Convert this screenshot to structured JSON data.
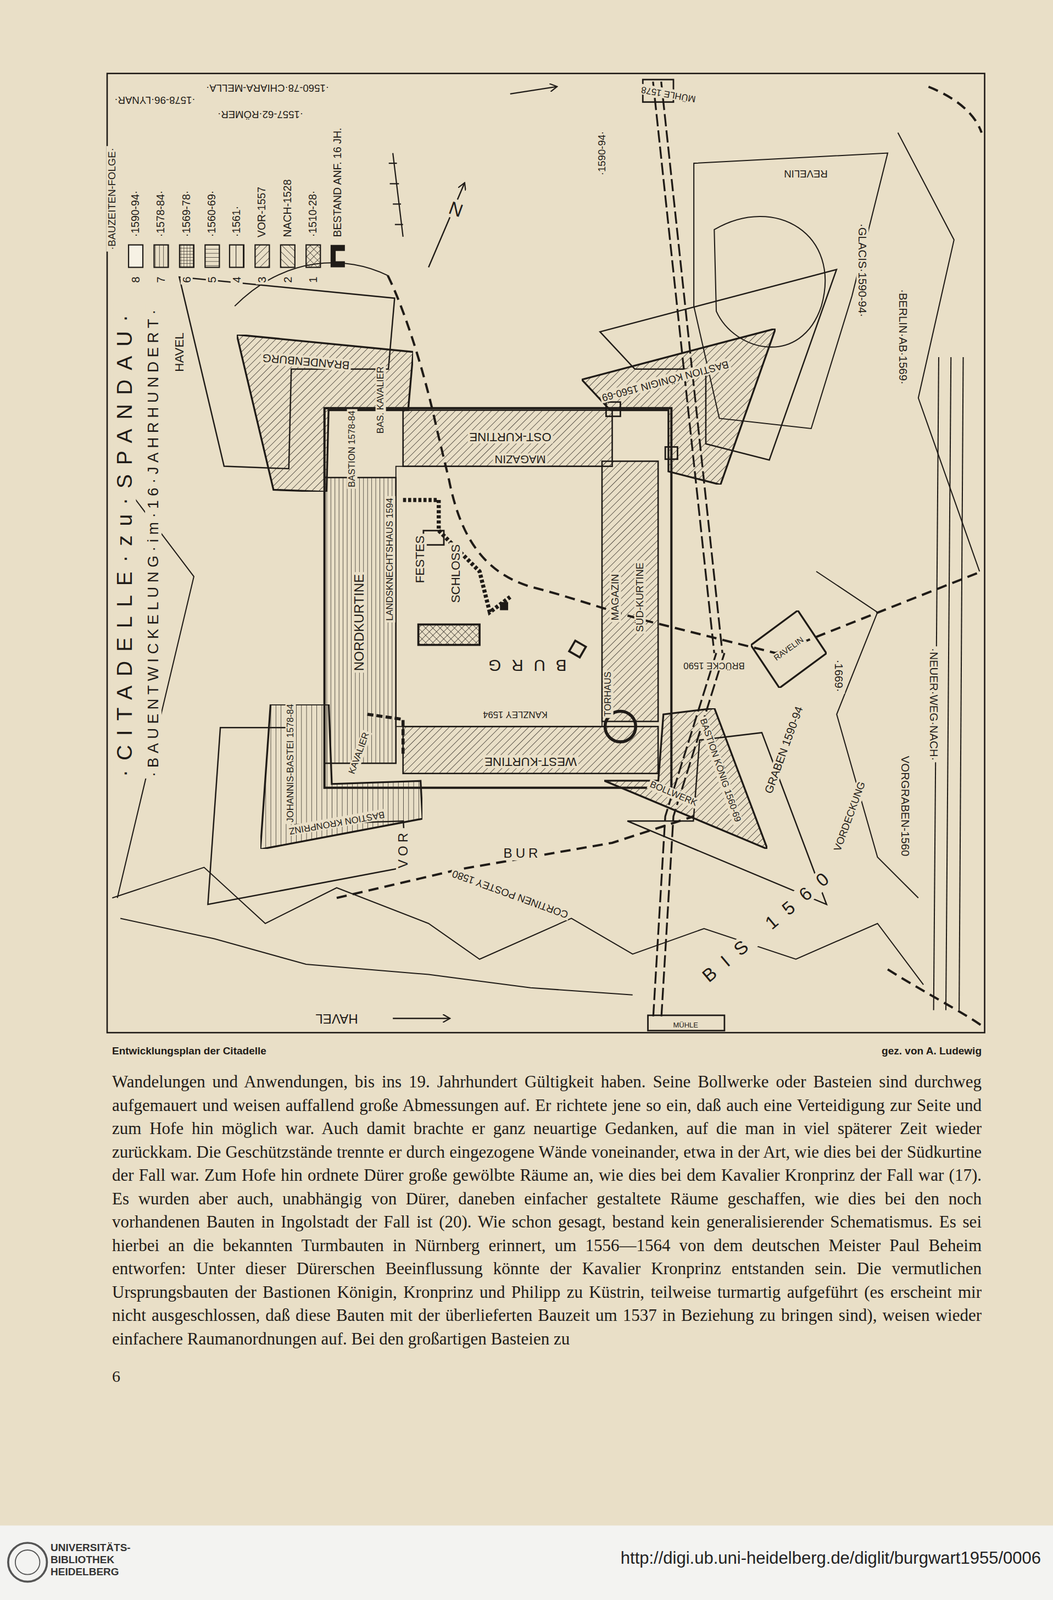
{
  "diagram": {
    "title": "·CITADELLE·zu·SPANDAU·",
    "caption": "Entwicklungsplan der Citadelle",
    "nodes": [
      {
        "text": [
          "BRANDENBURG"
        ]
      },
      {
        "text": [
          "BASTION KÖNIGIN 1560-69"
        ]
      },
      {
        "text": [
          "BASTION KRONPRINZ",
          "JOHANNIS-BASTEI 1578-84"
        ]
      },
      {
        "text": [
          "BASTION KÖNIG 1560-69",
          "BOLLWERK"
        ]
      },
      {
        "text": [
          "RAVELIN"
        ]
      }
    ],
    "labels": [
      "·BAUENTWICKELUNG·im·16·JAHRHUNDERT·",
      "HAVEL",
      "·BAUZEITEN-FOLGE·",
      "8",
      "7",
      "6",
      "5",
      "4",
      "3",
      "2",
      "1",
      "·1578-96·LYNAR·",
      "·1560-78·CHIARA-MELLA·",
      "·1557-62·RÖMER·",
      "OST-KURTINE",
      "MAGAZIN",
      "BAS. KAVALIER",
      "BASTION 1578-84",
      "NORDKURTINE",
      "LANDSKNECHTSHAUS 1594",
      "FESTES",
      "SCHLOSS",
      "BURG",
      "MAGAZIN",
      "SÜD-KURTINE",
      "TORHAUS",
      "KANZLEY 1594",
      "WEST-KURTINE",
      "KAVALIER",
      "GRABEN 1590-94",
      "·GLACIS·1590-94·",
      "·BERLIN·AB·1569·",
      "·NEUER·WEG·NACH·",
      "·1669·",
      "VORGRABEN-1560",
      "VORDECKUNG",
      "REVELIN",
      "·1590-94·",
      "MÜHLE 1578",
      "BRÜCKE 1590",
      "CORTINEN POSTEY 1580",
      "VOR",
      "BUR",
      "BIS 1560",
      "HAVEL",
      "MÜHLE",
      "N",
      "gez. von A. Ludewig",
      "Wandelungen und Anwendungen, bis ins 19. Jahrhundert Gültigkeit haben. Seine Bollwerke oder Basteien sind durchweg aufgemauert und weisen auffallend große Abmessungen auf. Er richtete jene so ein, daß auch eine Verteidigung zur Seite und zum Hofe hin möglich war. Auch damit brachte er ganz neuartige Gedanken, auf die man in viel späterer Zeit wieder zurückkam. Die Geschützstände trennte er durch eingezogene Wände voneinander, etwa in der Art, wie dies bei der Südkurtine der Fall war. Zum Hofe hin ordnete Dürer große gewölbte Räume an, wie dies bei dem Kavalier Kronprinz der Fall war (17). Es wurden aber auch, unabhängig von Dürer, daneben einfacher gestaltete Räume geschaffen, wie dies bei den noch vorhandenen Bauten in Ingolstadt der Fall ist (20). Wie schon gesagt, bestand kein generalisierender Schematismus. Es sei hierbei an die bekannten Turmbauten in Nürnberg erinnert, um 1556—1564 von dem deutschen Meister Paul Beheim entworfen: Unter dieser Dürerschen Beeinflussung könnte der Kavalier Kronprinz entstanden sein. Die vermutlichen Ursprungsbauten der Bastionen Königin, Kronprinz und Philipp zu Küstrin, teilweise turmartig aufgeführt (es erscheint mir nicht ausgeschlossen, daß diese Bauten mit der überlieferten Bauzeit um 1537 in Beziehung zu bringen sind), weisen wieder einfachere Raumanordnungen auf. Bei den großartigen Basteien zu",
      "6",
      "UNIVERSITÄTS- BIBLIOTHEK HEIDELBERG",
      "http://digi.ub.uni-heidelberg.de/diglit/burgwart1955/0006"
    ],
    "legend": [
      {
        "text": "·1590-94·"
      },
      {
        "text": "·1578-84·"
      },
      {
        "text": "·1569-78·"
      },
      {
        "text": "·1560-69·"
      },
      {
        "text": "·1561·"
      },
      {
        "text": "VOR-1557"
      },
      {
        "text": "NACH-1528"
      },
      {
        "text": "·1510-28·"
      },
      {
        "text": "BESTAND ANF. 16 JH."
      }
    ]
  }
}
